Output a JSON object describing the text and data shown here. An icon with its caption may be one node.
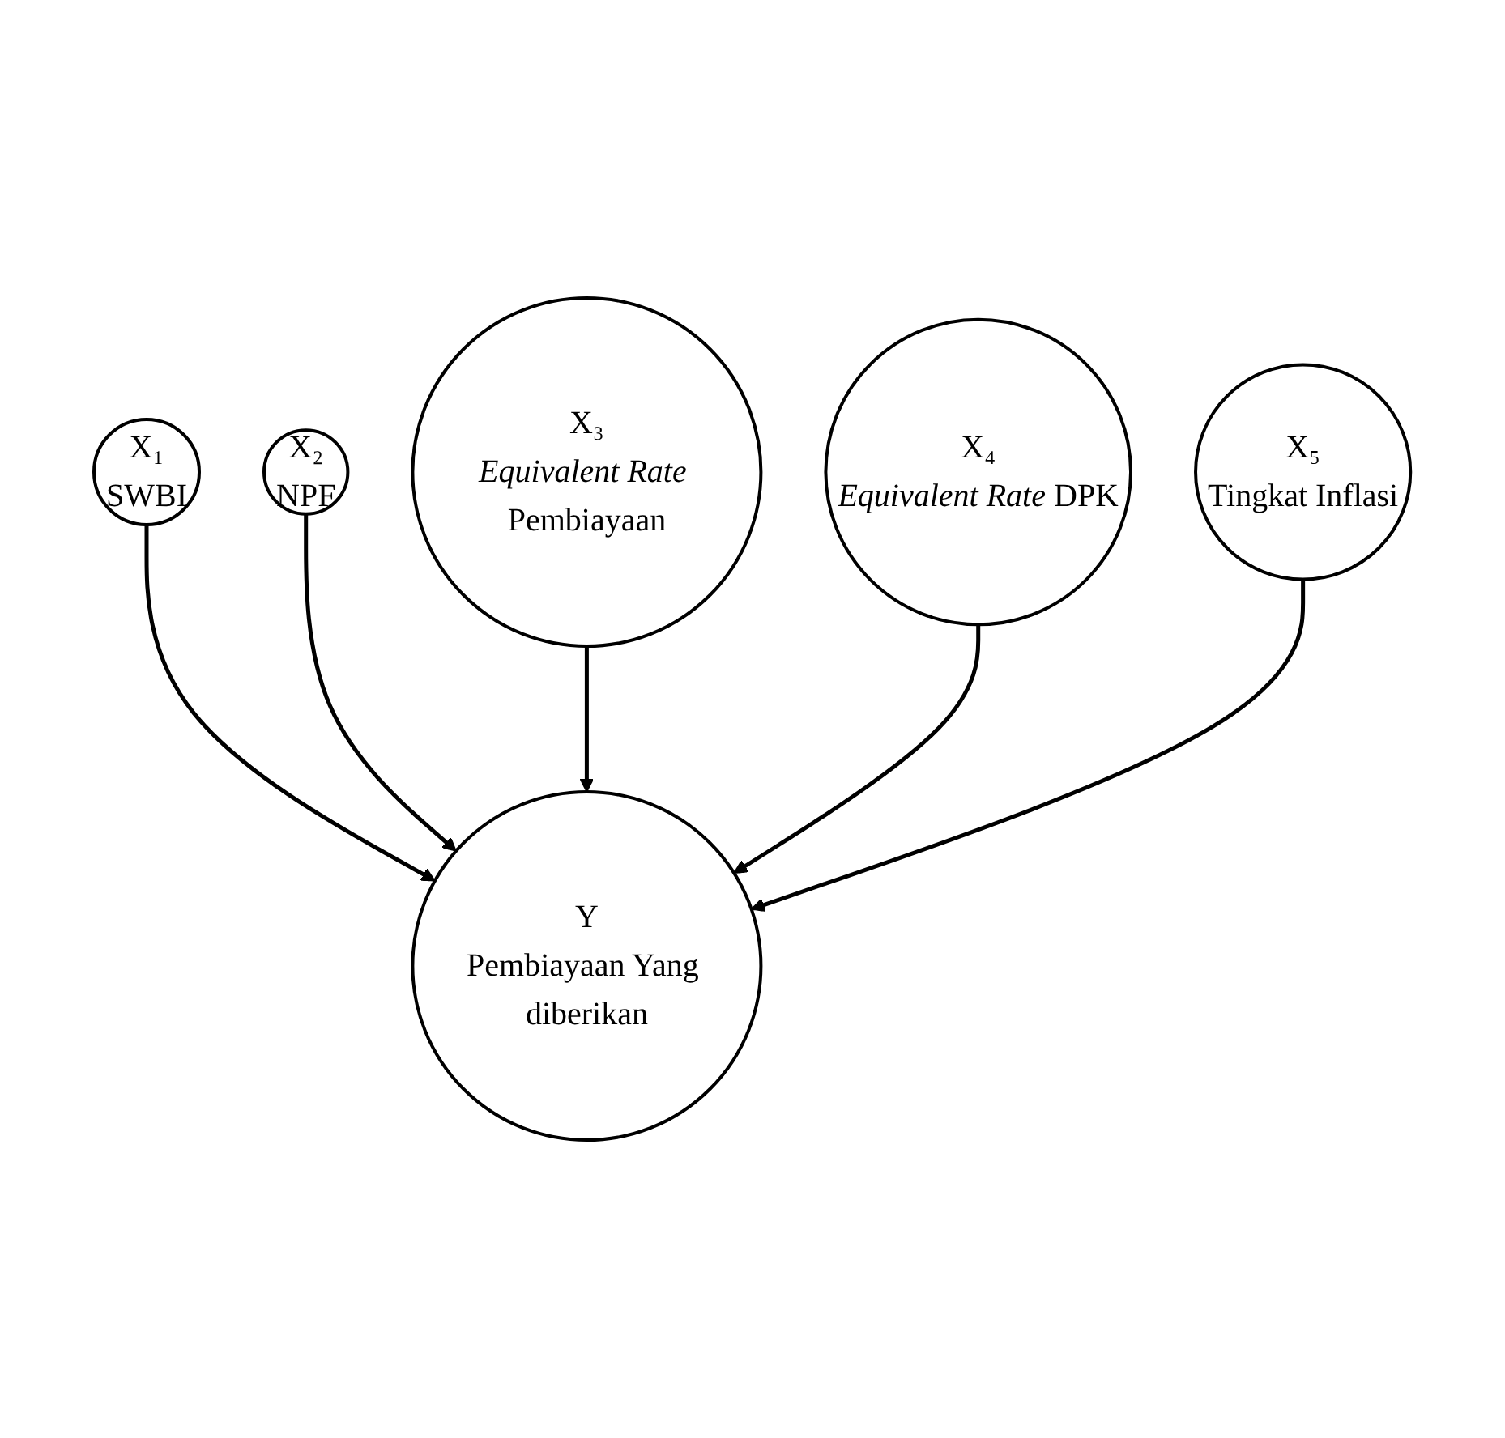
{
  "diagram": {
    "nodes": [
      {
        "text": [
          "X₁",
          "SWBI"
        ]
      },
      {
        "text": [
          "X₅",
          "Tingkat Inflasi"
        ]
      },
      {
        "text": [
          "Y",
          "Pembiayaan Yang diberikan"
        ]
      },
      {
        "text": [
          "X₂",
          "NPF"
        ]
      },
      {
        "text": [
          "X₄",
          "*Equivalent Rate* DPK"
        ]
      },
      {
        "text": [
          "X₃",
          "*Equivalent Rate* Pembiayaan"
        ]
      }
    ],
    "edges": [
      {
        "from": 0,
        "to": 2,
        "arrow": "to"
      },
      {
        "from": 3,
        "to": 2,
        "arrow": "to"
      },
      {
        "from": 5,
        "to": 2,
        "arrow": "to"
      },
      {
        "from": 4,
        "to": 2,
        "arrow": "to"
      },
      {
        "from": 1,
        "to": 2,
        "arrow": "to"
      }
    ]
  }
}
